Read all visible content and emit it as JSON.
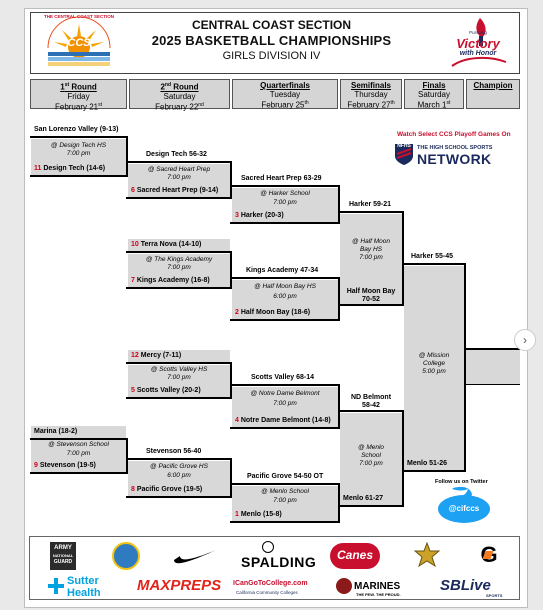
{
  "header": {
    "line1": "CENTRAL COAST SECTION",
    "line2": "2025 BASKETBALL CHAMPIONSHIPS",
    "line3": "GIRLS DIVISION IV",
    "logo_left_text": "CCS",
    "logo_left_arc": "THE CENTRAL COAST SECTION",
    "logo_right_line1": "Pursuing",
    "logo_right_line2": "Victory",
    "logo_right_line3": "with Honor"
  },
  "rounds": [
    {
      "name_sup": "st",
      "name_num": "1",
      "name_rest": " Round",
      "day": "Friday",
      "date": "February 21",
      "date_sup": "st"
    },
    {
      "name_sup": "nd",
      "name_num": "2",
      "name_rest": " Round",
      "day": "Saturday",
      "date": "February 22",
      "date_sup": "nd"
    },
    {
      "name": "Quarterfinals",
      "day": "Tuesday",
      "date": "February 25",
      "date_sup": "th"
    },
    {
      "name": "Semifinals",
      "day": "Thursday",
      "date": "February 27",
      "date_sup": "th"
    },
    {
      "name": "Finals",
      "day": "Saturday",
      "date": "March 1",
      "date_sup": "st"
    },
    {
      "name": "Champion"
    }
  ],
  "promo": {
    "watch": "Watch Select CCS Playoff Games On",
    "nfhs_small": "THE HIGH SCHOOL SPORTS",
    "nfhs_big": "NETWORK",
    "nfhs_logo": "NFHS",
    "follow": "Follow us on Twitter",
    "handle": "@cifccs"
  },
  "first_round": {
    "m1": {
      "top": "San Lorenzo Valley (9-13)",
      "site": "@ Design Tech HS",
      "time": "7:00 pm",
      "bottom_seed": "11",
      "bottom": " Design Tech (14-6)"
    },
    "m2": {
      "top": "Marina (18-2)",
      "site": "@ Stevenson School",
      "time": "7:00 pm",
      "bottom_seed": "9",
      "bottom": " Stevenson (19-5)"
    }
  },
  "second_round": {
    "m1": {
      "top": "Design Tech 56-32",
      "site": "@ Sacred Heart Prep",
      "time": "7:00 pm",
      "bottom_seed": "6",
      "bottom": " Sacred Heart Prep (9-14)"
    },
    "m2": {
      "top_seed": "10",
      "top": " Terra Nova (14-10)",
      "site": "@ The Kings Academy",
      "time": "7:00 pm",
      "bottom_seed": "7",
      "bottom": " Kings Academy (16-8)"
    },
    "m3": {
      "top_seed": "12",
      "top": " Mercy (7-11)",
      "site": "@ Scotts Valley HS",
      "time": "7:00 pm",
      "bottom_seed": "5",
      "bottom": " Scotts Valley (20-2)"
    },
    "m4": {
      "top": "Stevenson 56-40",
      "site": "@ Pacific Grove HS",
      "time": "6:00 pm",
      "bottom_seed": "8",
      "bottom": " Pacific Grove (19-5)"
    }
  },
  "quarterfinals": {
    "m1": {
      "top": "Sacred Heart Prep 63-29",
      "site": "@ Harker School",
      "time": "7:00 pm",
      "bottom_seed": "3",
      "bottom": " Harker (20-3)"
    },
    "m2": {
      "top": "Kings Academy 47-34",
      "site": "@ Half Moon Bay HS",
      "time": "6:00 pm",
      "bottom_seed": "2",
      "bottom": " Half Moon Bay (18-6)"
    },
    "m3": {
      "top": "Scotts Valley 68-14",
      "site": "@ Notre Dame Belmont",
      "time": "7:00 pm",
      "bottom_seed": "4",
      "bottom": " Notre Dame Belmont (14-8)"
    },
    "m4": {
      "top": "Pacific Grove 54-50 OT",
      "site": "@ Menlo School",
      "time": "7:00 pm",
      "bottom_seed": "1",
      "bottom": " Menlo (15-8)"
    }
  },
  "semifinals": {
    "m1": {
      "top": "Harker 59-21",
      "site1": "@ Half Moon",
      "site2": "Bay HS",
      "time": "7:00 pm",
      "bottom1": "Half Moon Bay",
      "bottom2": "70-52"
    },
    "m2": {
      "top1": "ND Belmont",
      "top2": "58-42",
      "site1": "@ Menlo",
      "site2": "School",
      "time": "7:00 pm",
      "bottom": "Menlo 61-27"
    }
  },
  "finals": {
    "top": "Harker 55-45",
    "site1": "@ Mission",
    "site2": "College",
    "time": "5:00 pm",
    "bottom": "Menlo 51-26"
  },
  "sponsors": {
    "army1": "ARMY",
    "army2": "NATIONAL",
    "army3": "GUARD",
    "spalding": "SPALDING",
    "canes": "Canes",
    "sutter1": "Sutter",
    "sutter2": "Health",
    "maxpreps": "MAXPREPS",
    "college1": "ICanGoToCollege.com",
    "college2": "California Community Colleges",
    "marines1": "MARINES",
    "marines2": "THE FEW. THE PROUD.",
    "sbl": "SBLive",
    "sbl_small": "SPORTS",
    "gatorade": "G"
  },
  "colors": {
    "seed": "#d0021b",
    "navy": "#1b2a5c",
    "nfhs_red": "#c8102e",
    "twitter": "#1da1f2",
    "shade": "#d8d8d8"
  }
}
